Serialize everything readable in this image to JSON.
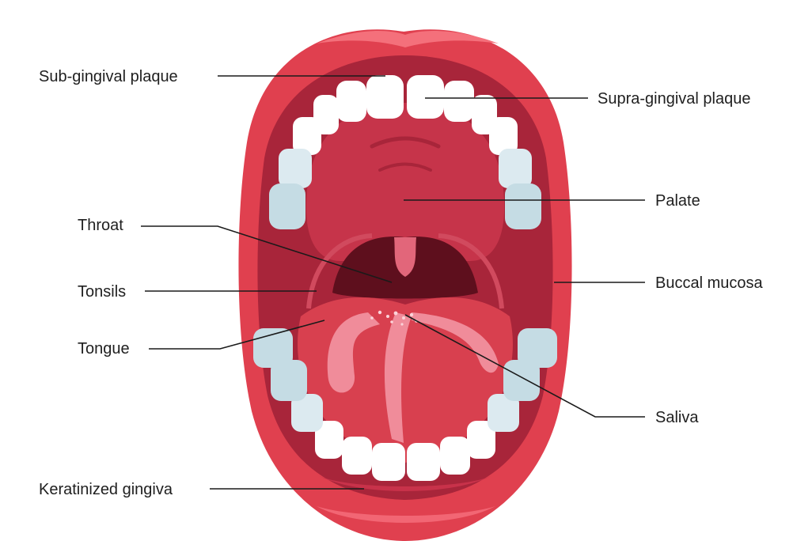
{
  "labels": {
    "sub_gingival_plaque": "Sub-gingival plaque",
    "supra_gingival_plaque": "Supra-gingival plaque",
    "palate": "Palate",
    "throat": "Throat",
    "tonsils": "Tonsils",
    "buccal_mucosa": "Buccal mucosa",
    "tongue": "Tongue",
    "saliva": "Saliva",
    "keratinized_gingiva": "Keratinized gingiva"
  },
  "colors": {
    "lip": "#e0404f",
    "lip_highlight": "#f4707b",
    "inner_mouth": "#b8283d",
    "palate": "#c6344a",
    "throat_dark": "#5e0f1d",
    "tongue": "#d8404f",
    "tongue_groove": "#f08c9a",
    "teeth": "#ffffff",
    "teeth_shadow": "#c5dce4",
    "leader_line": "#1a1a1a"
  }
}
